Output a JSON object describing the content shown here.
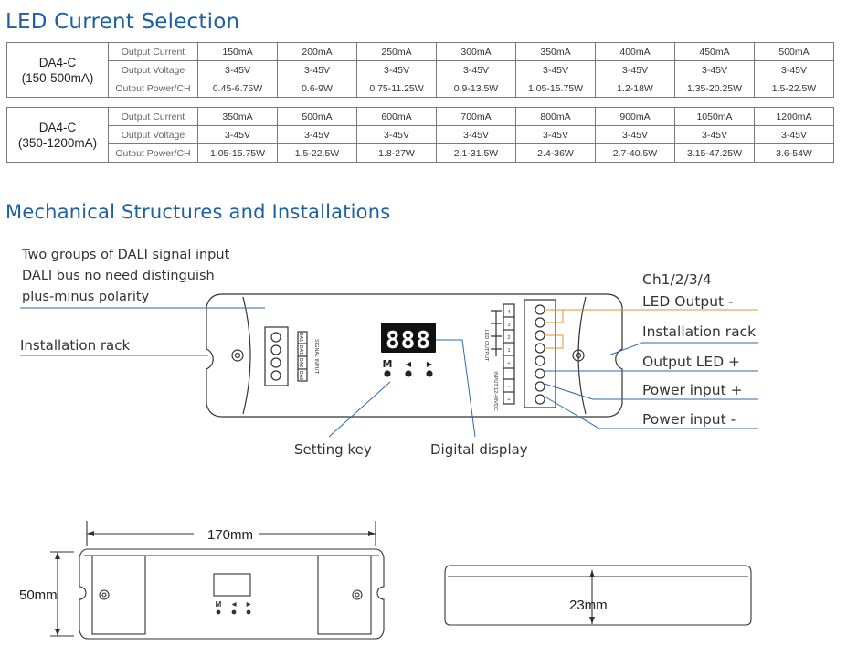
{
  "led_section": {
    "title": "LED Current Selection",
    "tables": [
      {
        "model_line1": "DA4-C",
        "model_line2": "(150-500mA)",
        "rows": [
          {
            "param": "Output Current",
            "values": [
              "150mA",
              "200mA",
              "250mA",
              "300mA",
              "350mA",
              "400mA",
              "450mA",
              "500mA"
            ]
          },
          {
            "param": "Output Voltage",
            "values": [
              "3-45V",
              "3-45V",
              "3-45V",
              "3-45V",
              "3-45V",
              "3-45V",
              "3-45V",
              "3-45V"
            ]
          },
          {
            "param": "Output Power/CH",
            "values": [
              "0.45-6.75W",
              "0.6-9W",
              "0.75-11.25W",
              "0.9-13.5W",
              "1.05-15.75W",
              "1.2-18W",
              "1.35-20.25W",
              "1.5-22.5W"
            ]
          }
        ]
      },
      {
        "model_line1": "DA4-C",
        "model_line2": "(350-1200mA)",
        "rows": [
          {
            "param": "Output Current",
            "values": [
              "350mA",
              "500mA",
              "600mA",
              "700mA",
              "800mA",
              "900mA",
              "1050mA",
              "1200mA"
            ]
          },
          {
            "param": "Output Voltage",
            "values": [
              "3-45V",
              "3-45V",
              "3-45V",
              "3-45V",
              "3-45V",
              "3-45V",
              "3-45V",
              "3-45V"
            ]
          },
          {
            "param": "Output Power/CH",
            "values": [
              "1.05-15.75W",
              "1.5-22.5W",
              "1.8-27W",
              "2.1-31.5W",
              "2.4-36W",
              "2.7-40.5W",
              "3.15-47.25W",
              "3.6-54W"
            ]
          }
        ]
      }
    ]
  },
  "mech_section": {
    "title": "Mechanical Structures and Installations",
    "left_annotations": {
      "dali_line1": "Two groups of DALI signal input",
      "dali_line2": "DALI bus no need distinguish",
      "dali_line3": "plus-minus polarity",
      "rack": "Installation rack"
    },
    "right_annotations": {
      "ch_line1": "Ch1/2/3/4",
      "ch_line2": "LED Output -",
      "rack": "Installation rack",
      "led_plus": "Output LED +",
      "power_plus": "Power input +",
      "power_minus": "Power input -"
    },
    "bottom_annotations": {
      "setting_key": "Setting key",
      "digital_display": "Digital display"
    },
    "device": {
      "display_value": "888",
      "button_labels": [
        "M",
        "◀",
        "▶"
      ],
      "left_terminal_labels": [
        "DA1",
        "DA1",
        "DA2",
        "DA2"
      ],
      "left_terminal_caption": "SIGNAL INPUT",
      "right_terminal_labels": [
        "4",
        "3",
        "2",
        "1",
        "+",
        "-",
        "+"
      ],
      "right_terminal_caption_top": "LED OUTPUT",
      "right_terminal_caption_bottom": "INPUT 12-48VDC"
    },
    "dimensions": {
      "length": "170mm",
      "width": "50mm",
      "height": "23mm"
    },
    "colors": {
      "heading_blue": "#1d5fa3",
      "leader_blue": "#2a6bb0",
      "leader_orange": "#e8902a"
    }
  }
}
